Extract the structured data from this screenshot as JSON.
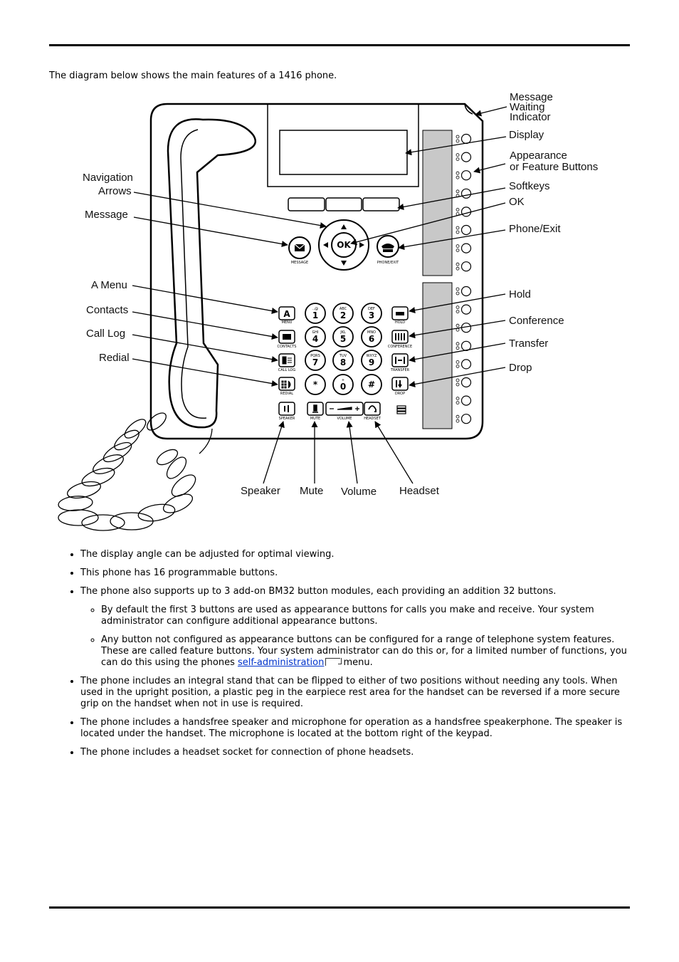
{
  "intro": "The diagram below shows the main features of a 1416 phone.",
  "diagram": {
    "labels": {
      "message_waiting_1": "Message",
      "message_waiting_2": "Waiting",
      "message_waiting_3": "Indicator",
      "display": "Display",
      "appearance_1": "Appearance",
      "appearance_2": "or Feature Buttons",
      "softkeys": "Softkeys",
      "ok": "OK",
      "phone_exit": "Phone/Exit",
      "navigation_1": "Navigation",
      "navigation_2": "Arrows",
      "message": "Message",
      "a_menu": "A  Menu",
      "contacts": "Contacts",
      "call_log": "Call  Log",
      "redial": "Redial",
      "hold": "Hold",
      "conference": "Conference",
      "transfer": "Transfer",
      "drop": "Drop",
      "speaker": "Speaker",
      "mute": "Mute",
      "volume": "Volume",
      "headset": "Headset"
    },
    "button_captions": {
      "message": "MESSAGE",
      "phone_exit": "PHONE/EXIT",
      "ok": "OK",
      "menu": "MENU",
      "contacts": "CONTACTS",
      "call_log": "CALL LOG",
      "redial": "REDIAL",
      "hold": "HOLD",
      "conference": "CONFERENCE",
      "transfer": "TRANSFER",
      "drop": "DROP",
      "speaker": "SPEAKER",
      "mute": "MUTE",
      "volume": "VOLUME",
      "headset": "HEADSET"
    },
    "keypad": [
      {
        "num": "1",
        "sub": ".,@"
      },
      {
        "num": "2",
        "sub": "ABC"
      },
      {
        "num": "3",
        "sub": "DEF"
      },
      {
        "num": "4",
        "sub": "GHI"
      },
      {
        "num": "5",
        "sub": "JKL"
      },
      {
        "num": "6",
        "sub": "MNO"
      },
      {
        "num": "7",
        "sub": "PQRS"
      },
      {
        "num": "8",
        "sub": "TUV"
      },
      {
        "num": "9",
        "sub": "WXYZ"
      },
      {
        "num": "*",
        "sub": ""
      },
      {
        "num": "0",
        "sub": "+"
      },
      {
        "num": "#",
        "sub": ""
      }
    ]
  },
  "bullets": {
    "b1": "The display angle can be adjusted for optimal viewing.",
    "b2": "This phone has 16 programmable buttons.",
    "b3": "The phone also supports up to 3 add-on BM32 button modules, each providing an addition 32 buttons.",
    "b3_sub1": "By default the first 3 buttons are used as appearance buttons for calls you make and receive. Your system administrator can configure additional appearance buttons.",
    "b3_sub2_before": "Any button not configured as appearance buttons can be configured for a range of telephone system features. These are called feature buttons. Your system administrator can do this or, for a limited number of functions, you can do this using the phones ",
    "b3_sub2_link": "self-administration",
    "b3_sub2_after": " menu.",
    "b4": "The phone includes an integral stand that can be flipped to either of two positions without needing any tools. When used in the upright position, a plastic peg in the earpiece rest area for the handset can be reversed if a more secure grip on the handset when not in use is required.",
    "b5": "The phone includes a handsfree speaker and microphone for operation as a handsfree speakerphone. The speaker is located under the handset. The microphone is located at the bottom right of the keypad.",
    "b6": "The phone includes a headset socket for connection of phone headsets."
  }
}
